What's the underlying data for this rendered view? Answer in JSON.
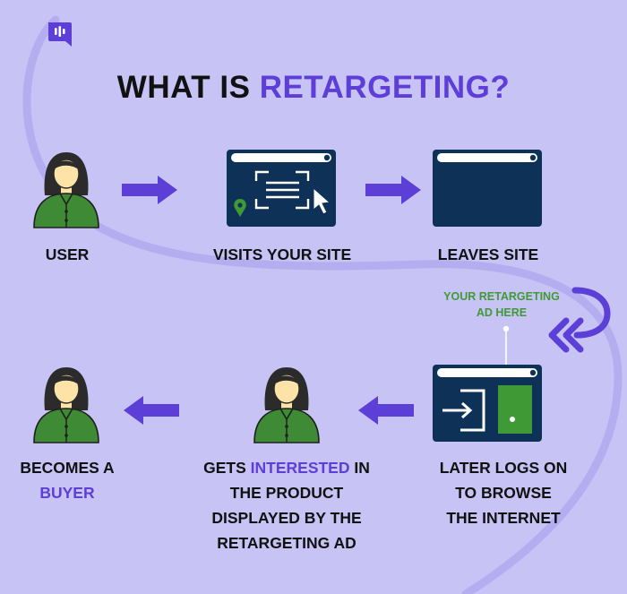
{
  "title": {
    "prefix": "WHAT IS ",
    "highlight": "RETARGETING?"
  },
  "steps": [
    {
      "id": "user",
      "label": "USER"
    },
    {
      "id": "visits",
      "label": "VISITS YOUR SITE"
    },
    {
      "id": "leaves",
      "label": "LEAVES SITE"
    },
    {
      "id": "logs-on",
      "lines": [
        "LATER LOGS ON",
        "TO BROWSE",
        "THE INTERNET"
      ]
    },
    {
      "id": "interested",
      "line1_pre": "GETS ",
      "line1_highlight": "INTERESTED",
      "line1_post": " IN",
      "lines": [
        "THE PRODUCT",
        "DISPLAYED BY THE",
        "RETARGETING AD"
      ]
    },
    {
      "id": "buyer",
      "line1": "BECOMES A",
      "line2_highlight": "BUYER"
    }
  ],
  "ad_note": {
    "line1": "YOUR RETARGETING",
    "line2": "AD HERE"
  },
  "colors": {
    "background": "#c8c3f5",
    "accent": "#5d3ed8",
    "arrow": "#5b3fd6",
    "window": "#0e3157",
    "person_shirt": "#3f8a35",
    "ad_green": "#3f9a36",
    "skin": "#fde3a7",
    "hair": "#2b2b2b"
  },
  "icons": [
    "chat-bubble-icon",
    "user-icon",
    "website-window-icon",
    "location-pin-icon",
    "cursor-icon",
    "login-icon",
    "return-arrow-icon",
    "right-arrow-icon",
    "left-arrow-icon"
  ]
}
